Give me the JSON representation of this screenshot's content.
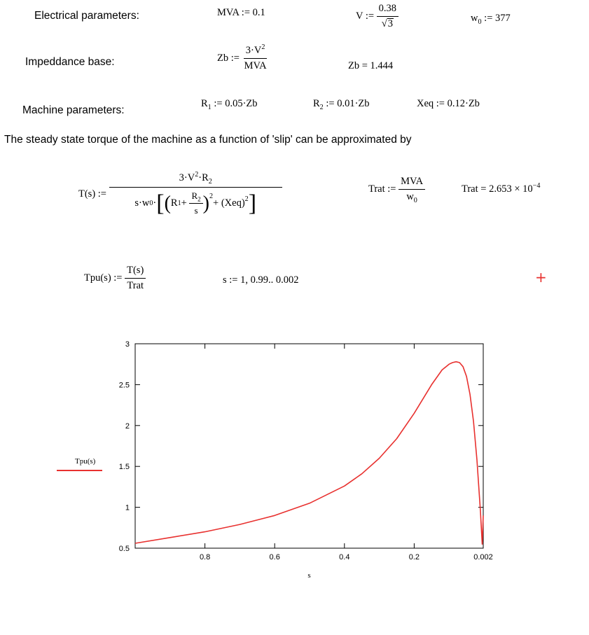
{
  "labels": {
    "electrical": "Electrical parameters:",
    "impedance": "Impeddance base:",
    "machine": "Machine parameters:",
    "description": "The steady state torque of the machine as a function of 'slip' can be approximated by"
  },
  "eq": {
    "mva_def": "MVA := 0.1",
    "v_lhs": "V :=",
    "v_num": "0.38",
    "v_rad": "3",
    "w0_def_lhs": "w",
    "w0_sub": "0",
    "w0_rhs": " := 377",
    "zb_lhs": "Zb :=",
    "zb_num_a": "3·V",
    "zb_num_sup": "2",
    "zb_den": "MVA",
    "zb_result": "Zb = 1.444",
    "r1_a": "R",
    "r1_sub": "1",
    "r1_b": " := 0.05·Zb",
    "r2_a": "R",
    "r2_sub": "2",
    "r2_b": " := 0.01·Zb",
    "xeq_def": "Xeq := 0.12·Zb",
    "t_lhs": "T(s) :=",
    "t_num_a": "3·V",
    "t_num_sup": "2",
    "t_num_b": "·R",
    "t_num_sub": "2",
    "t_den_s": "s·w",
    "t_den_sub": "0",
    "t_den_dot": "·",
    "t_r": "R",
    "t_r_sub": "1",
    "t_plus": " + ",
    "t_r2": "R",
    "t_r2_sub": "2",
    "t_s": "s",
    "t_sq": "2",
    "t_plus2": " + (Xeq)",
    "t_sq2": "2",
    "trat_lhs": "Trat :=",
    "trat_num": "MVA",
    "trat_den": "w",
    "trat_den_sub": "0",
    "trat_result_a": "Trat = 2.653 × 10",
    "trat_result_sup": "−4",
    "tpu_lhs": "Tpu(s) :=",
    "tpu_num": "T(s)",
    "tpu_den": "Trat",
    "s_range": "s := 1, 0.99.. 0.002",
    "cursor": "+"
  },
  "chart_data": {
    "type": "line",
    "xlabel": "s",
    "legend": "Tpu(s)",
    "x_reversed": true,
    "xlim": [
      1,
      0.0
    ],
    "ylim": [
      0.5,
      3
    ],
    "xticks": [
      0.8,
      0.6,
      0.4,
      0.2,
      0.002
    ],
    "xtick_labels": [
      "0.8",
      "0.6",
      "0.4",
      "0.2",
      "0.002"
    ],
    "yticks": [
      0.5,
      1,
      1.5,
      2,
      2.5,
      3
    ],
    "ytick_labels": [
      "0.5",
      "1",
      "1.5",
      "2",
      "2.5",
      "3"
    ],
    "grid": false,
    "series": [
      {
        "name": "Tpu(s)",
        "color": "#e8312f",
        "x": [
          1,
          0.9,
          0.8,
          0.7,
          0.6,
          0.5,
          0.4,
          0.35,
          0.3,
          0.25,
          0.2,
          0.15,
          0.12,
          0.1,
          0.09,
          0.08,
          0.07,
          0.06,
          0.05,
          0.04,
          0.03,
          0.02,
          0.01,
          0.005,
          0.002
        ],
        "values": [
          0.56,
          0.63,
          0.7,
          0.79,
          0.9,
          1.05,
          1.26,
          1.41,
          1.6,
          1.84,
          2.15,
          2.5,
          2.68,
          2.75,
          2.77,
          2.78,
          2.77,
          2.72,
          2.6,
          2.38,
          2.05,
          1.58,
          0.95,
          0.55,
          0.9
        ]
      }
    ]
  }
}
